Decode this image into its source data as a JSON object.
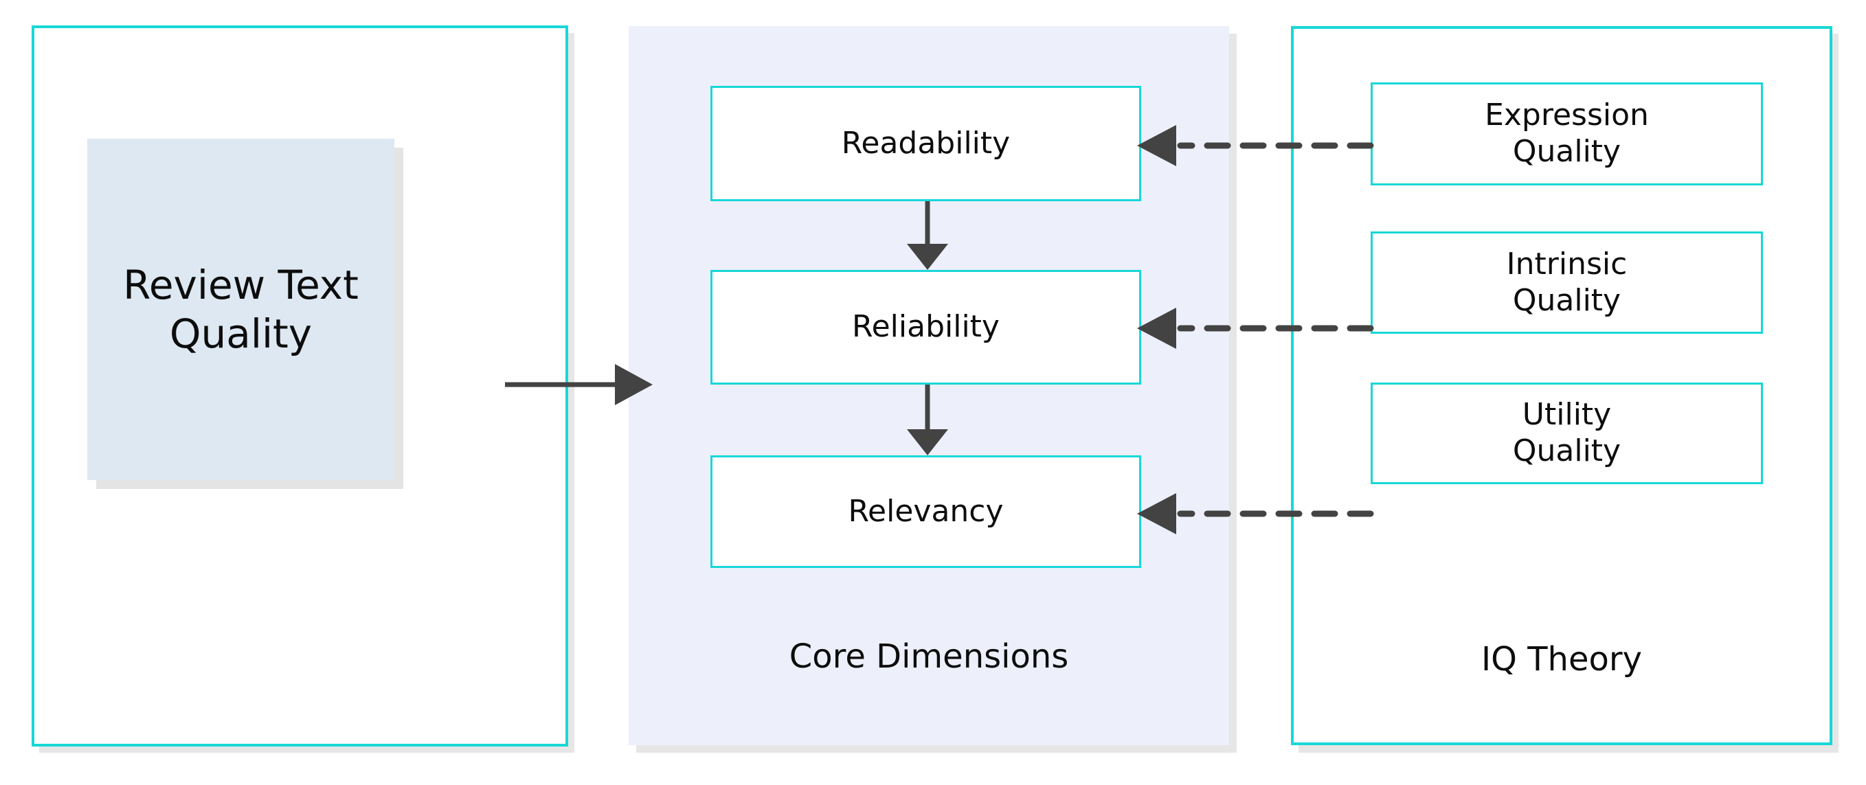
{
  "diagram": {
    "title": "Review Text Quality conceptual framework",
    "colors": {
      "accent_border": "#18d7d7",
      "panel_fill": "#edf0fa",
      "source_fill": "#dde8f2",
      "shadow": "#e6e6e6",
      "connector": "#434343",
      "text": "#0d0d0d"
    }
  },
  "source_group": {
    "caption": "",
    "box": {
      "label": "Review Text\nQuality"
    }
  },
  "core_group": {
    "caption": "Core Dimensions",
    "nodes": [
      {
        "id": "readability",
        "label": "Readability"
      },
      {
        "id": "reliability",
        "label": "Reliability"
      },
      {
        "id": "relevancy",
        "label": "Relevancy"
      }
    ]
  },
  "theory_group": {
    "caption": "IQ Theory",
    "nodes": [
      {
        "id": "expression-quality",
        "label": "Expression\nQuality"
      },
      {
        "id": "intrinsic-quality",
        "label": "Intrinsic\nQuality"
      },
      {
        "id": "utility-quality",
        "label": "Utility\nQuality"
      }
    ]
  },
  "connectors": [
    {
      "id": "source-to-core",
      "from": "Review Text Quality",
      "to": "Core Dimensions",
      "style": "solid",
      "direction": "right"
    },
    {
      "id": "readability-to-reliability",
      "from": "Readability",
      "to": "Reliability",
      "style": "solid",
      "direction": "down"
    },
    {
      "id": "reliability-to-relevancy",
      "from": "Reliability",
      "to": "Relevancy",
      "style": "solid",
      "direction": "down"
    },
    {
      "id": "expression-to-readability",
      "from": "Expression Quality",
      "to": "Readability",
      "style": "dashed",
      "direction": "left"
    },
    {
      "id": "intrinsic-to-reliability",
      "from": "Intrinsic Quality",
      "to": "Reliability",
      "style": "dashed",
      "direction": "left"
    },
    {
      "id": "utility-to-relevancy",
      "from": "Utility Quality",
      "to": "Relevancy",
      "style": "dashed",
      "direction": "left"
    }
  ]
}
